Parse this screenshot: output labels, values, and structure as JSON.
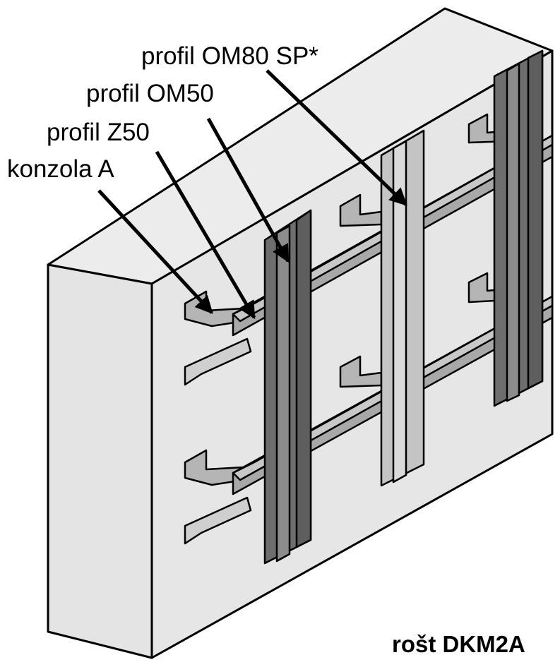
{
  "labels": {
    "omsp": "profil OM80 SP*",
    "om50": "profil OM50",
    "z50": "profil Z50",
    "konzola": "konzola A"
  },
  "caption": "rošt DKM2A",
  "colors": {
    "wall_face": "#e8e8e8",
    "wall_outline": "#000000",
    "dark_profile": "#6e6e6e",
    "dark_profile_light": "#8c8c8c",
    "light_profile": "#c4c4c4",
    "light_profile_light": "#d9d9d9",
    "rail": "#a8a8a8",
    "rail_light": "#c8c8c8"
  }
}
